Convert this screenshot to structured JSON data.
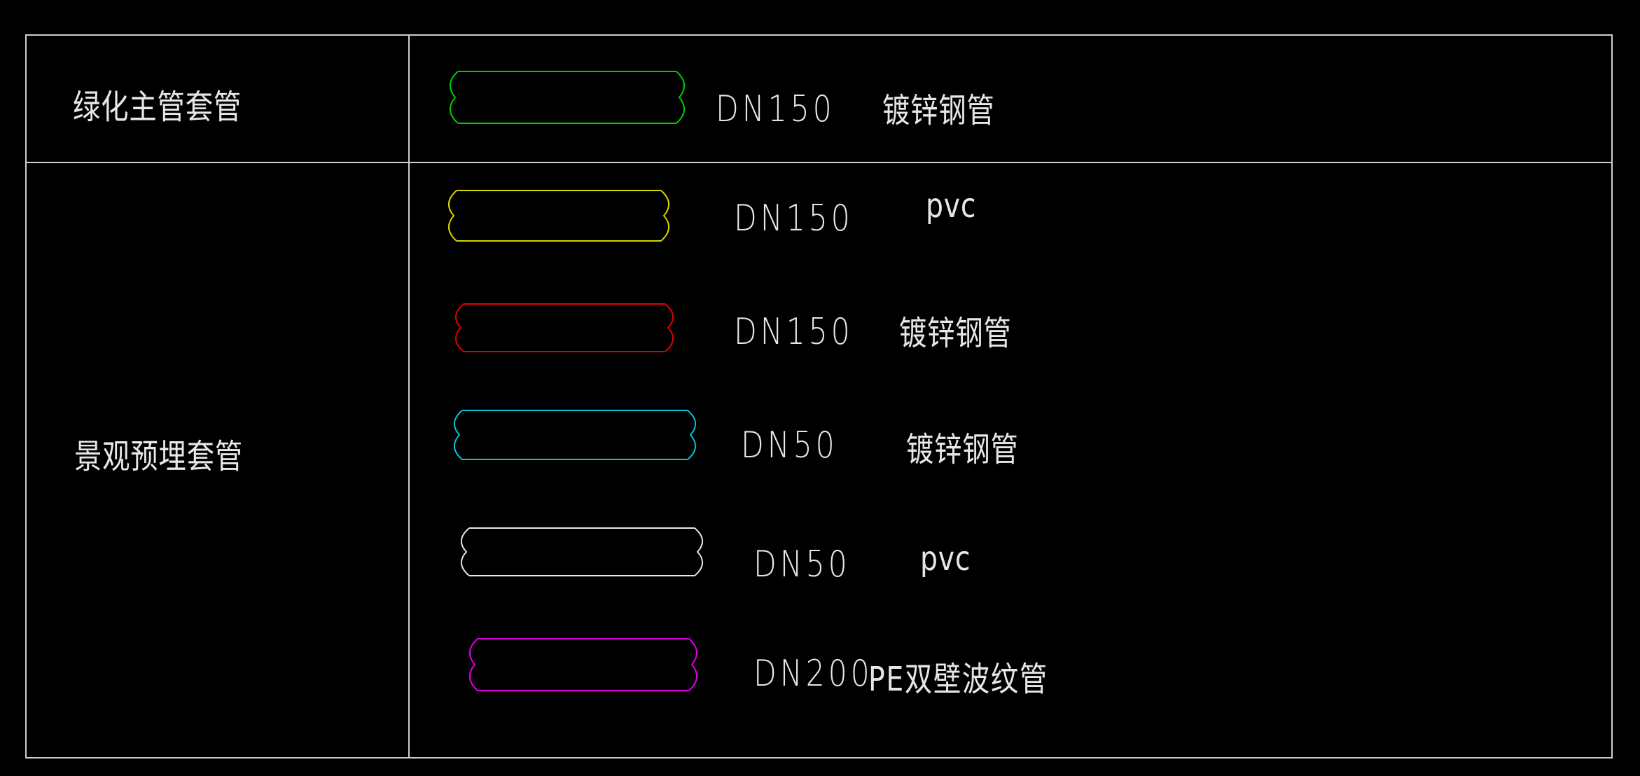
{
  "table": {
    "rows": [
      {
        "category": "绿化主管套管",
        "items": [
          {
            "color": "#00c800",
            "size": "DN150",
            "material": "镀锌钢管"
          }
        ]
      },
      {
        "category": "景观预埋套管",
        "items": [
          {
            "color": "#d4d400",
            "size": "DN150",
            "material": "pvc"
          },
          {
            "color": "#e00000",
            "size": "DN150",
            "material": "镀锌钢管"
          },
          {
            "color": "#00c8d4",
            "size": "DN50",
            "material": "镀锌钢管"
          },
          {
            "color": "#e6e6e6",
            "size": "DN50",
            "material": "pvc"
          },
          {
            "color": "#e000e0",
            "size": "DN200",
            "material": "PE双壁波纹管"
          }
        ]
      }
    ]
  }
}
